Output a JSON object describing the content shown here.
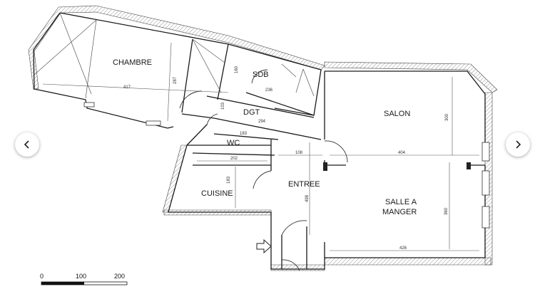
{
  "rooms": {
    "chambre": "CHAMBRE",
    "sdb": "SDB",
    "dgt": "DGT",
    "wc": "WC",
    "salon": "SALON",
    "entree": "ENTREE",
    "cuisine": "CUISINE",
    "salle_line1": "SALLE A",
    "salle_line2": "MANGER"
  },
  "dimensions": {
    "chambre_length": "417",
    "chambre_width": "287",
    "sdb_width": "160",
    "sdb_length": "236",
    "dgt_a": "103",
    "dgt_b": "294",
    "wc_width": "183",
    "entree_top": "108",
    "entree_height": "498",
    "cuisine_width": "202",
    "cuisine_height": "183",
    "salon_width": "404",
    "salon_height": "300",
    "salle_width": "426",
    "salle_height": "360"
  },
  "scale_bar": {
    "zero": "0",
    "mid": "100",
    "end": "200"
  },
  "carousel": {
    "prev_icon": "chevron-left-icon",
    "next_icon": "chevron-right-icon"
  }
}
